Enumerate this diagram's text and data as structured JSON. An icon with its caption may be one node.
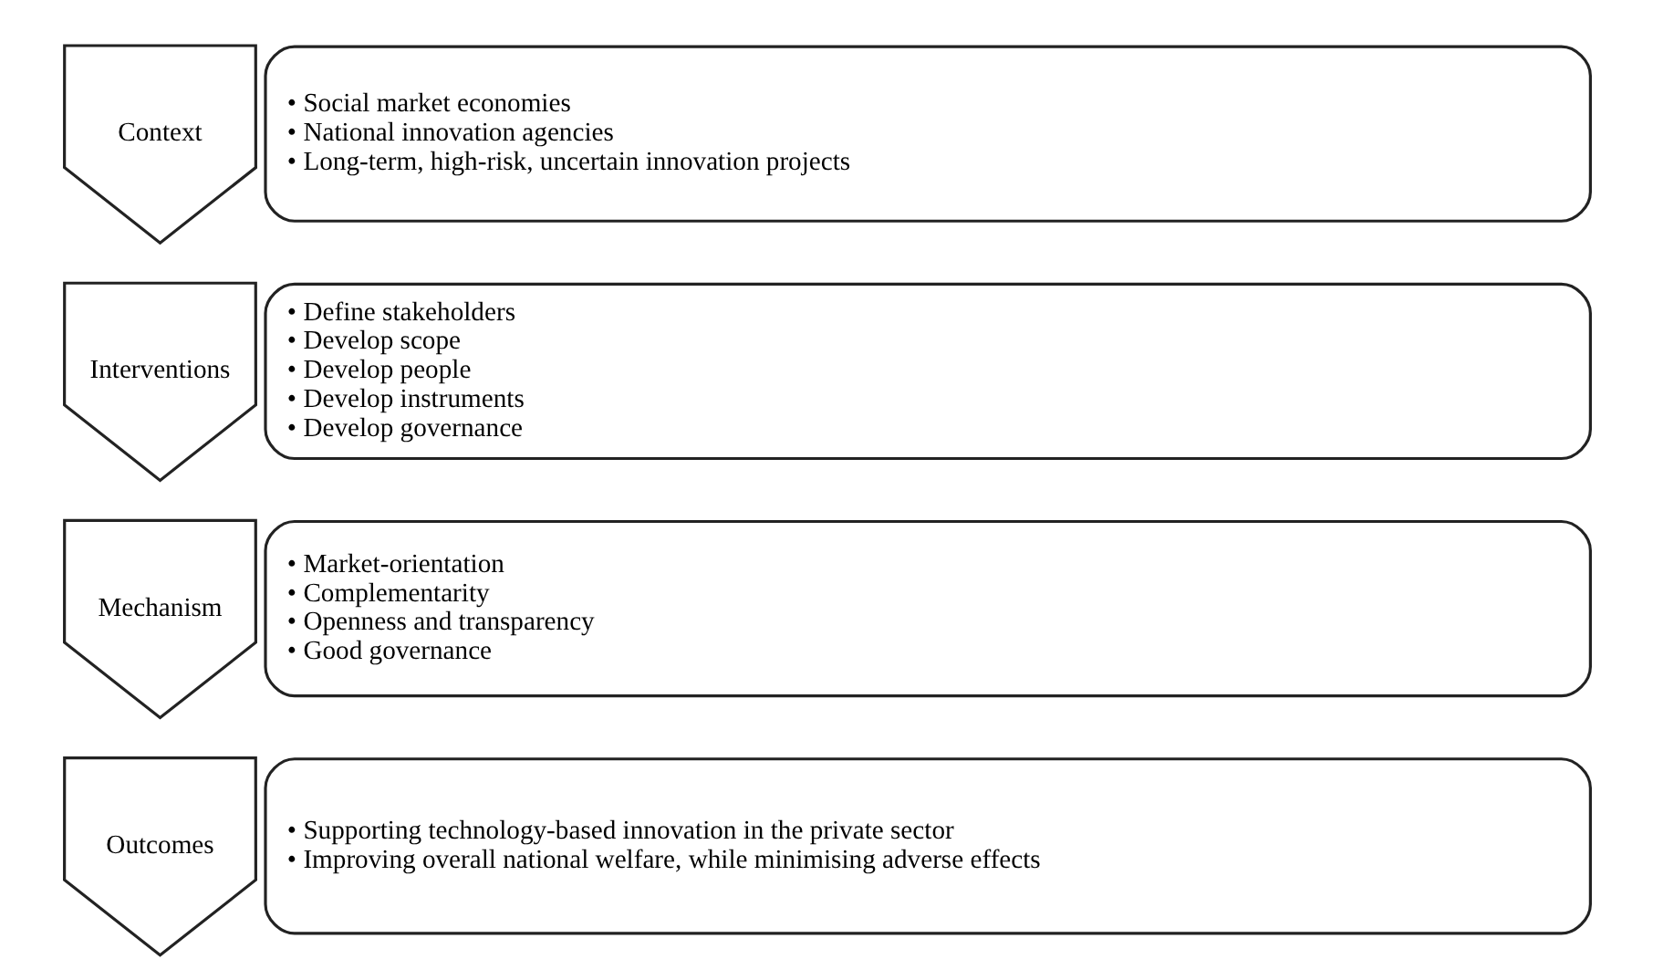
{
  "diagram": {
    "nodes": [
      {
        "text": [
          "Context"
        ]
      },
      {
        "text": [
          "• Social market economies",
          "• National innovation agencies",
          "• Long-term, high-risk, uncertain innovation projects"
        ]
      },
      {
        "text": [
          "Interventions"
        ]
      },
      {
        "text": [
          "• Define stakeholders",
          "• Develop scope",
          "• Develop people",
          "• Develop instruments",
          "• Develop governance"
        ]
      },
      {
        "text": [
          "Mechanism"
        ]
      },
      {
        "text": [
          "• Market-orientation",
          "• Complementarity",
          "• Openness and transparency",
          "• Good governance"
        ]
      },
      {
        "text": [
          "Outcomes"
        ]
      },
      {
        "text": [
          "• Supporting technology-based innovation in the private sector",
          "• Improving overall national welfare, while minimising adverse effects"
        ]
      }
    ]
  }
}
